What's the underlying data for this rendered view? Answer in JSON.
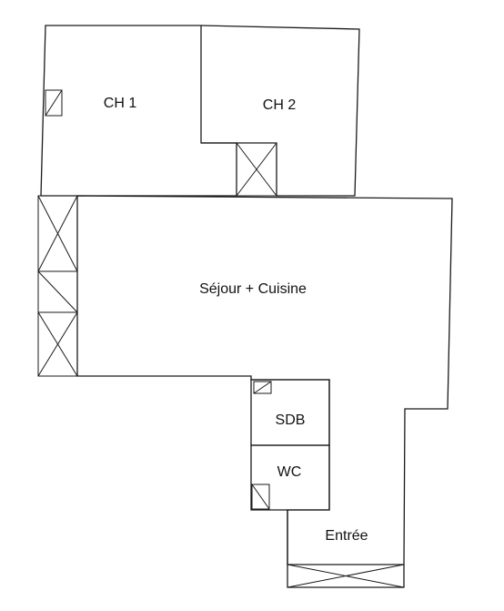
{
  "plan": {
    "rooms": {
      "ch1": "CH 1",
      "ch2": "CH 2",
      "sejour": "Séjour + Cuisine",
      "sdb": "SDB",
      "wc": "WC",
      "entree": "Entrée"
    },
    "colors": {
      "line": "#1a1a1a",
      "background": "#ffffff"
    }
  }
}
